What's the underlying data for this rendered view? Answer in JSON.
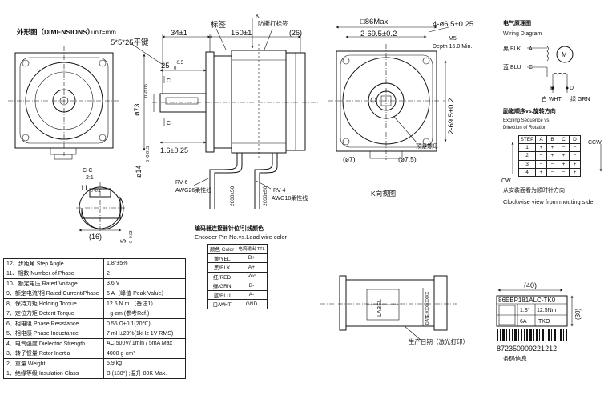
{
  "main_view": {
    "title": "外形图（DIMENSIONS）",
    "unit": "unit=mm",
    "key_label": "5*5*25平键",
    "dim_25": "25",
    "dim_25_tol_hi": "+0.5",
    "dim_25_tol_lo": "0",
    "dim_flange_dia": "ø73",
    "dim_flange_tol": "0 -0.05",
    "dim_shaft_dia": "ø14",
    "dim_shaft_tol": "0 -0.015",
    "dim_1_6": "1.6±0.25",
    "label_biaoqian": "标签",
    "dim_34": "34±1",
    "dim_150": "150±1",
    "label_anti_tear": "防撕打标签",
    "dim_26": "(26)",
    "k_arrow": "K",
    "c_mark_1": "C",
    "c_mark_2": "C",
    "rv6": "RV-6",
    "awg26": "AWG26柔性线",
    "cable_2000_a": "2000±50",
    "cable_2000_b": "2000±50",
    "rv4": "RV-4",
    "awg18": "AWG18柔性线"
  },
  "section_cc": {
    "title": "C-C",
    "scale": "2:1",
    "dim_11": "11",
    "dim_11_tol": "0 -0.1",
    "dim_16": "(16)",
    "dim_5": "5",
    "dim_5_tol": "0 -0.03"
  },
  "k_view": {
    "dim_86max": "□86Max.",
    "dim_2_69_5": "2-69.5±0.2",
    "dim_holes": "4-ø6.5±0.25",
    "m5": "M5",
    "depth": "Depth 15.0 Min.",
    "dim_2_69_5_v": "2-69.5±0.2",
    "reserved_hole": "预紧螺母",
    "dim_7": "(ø7)",
    "dim_7_5": "(ø7.5)",
    "caption": "K向视图"
  },
  "wiring": {
    "title_cn": "电气原理图",
    "title_en": "Wiring Diagram",
    "blk": "黑 BLK",
    "blu": "蓝 BLU",
    "a": "A",
    "c": "C",
    "b": "B",
    "d": "D",
    "m": "M",
    "wht": "白 WHT",
    "grn": "绿 GRN",
    "seq_title_cn": "励磁顺序vs.旋转方向",
    "seq_title_en1": "Exciting Sequence vs.",
    "seq_title_en2": "Direction of Rotation",
    "ccw": "CCW",
    "cw": "CW",
    "view_cn": "从安装面看为顺时针方向",
    "view_en": "Clockwise view from mouting side"
  },
  "seq_table": {
    "header": [
      "STEP",
      "A",
      "B",
      "C",
      "D"
    ],
    "rows": [
      [
        "1",
        "+",
        "+",
        "−",
        "−"
      ],
      [
        "2",
        "−",
        "+",
        "+",
        "−"
      ],
      [
        "3",
        "−",
        "−",
        "+",
        "+"
      ],
      [
        "4",
        "+",
        "−",
        "−",
        "+"
      ]
    ]
  },
  "encoder": {
    "title_cn": "编码器连接器针位/引线颜色",
    "title_en": "Encoder Pin No.vs.Lead wire color",
    "header": [
      "颜色 Color",
      "电流输出 TTL"
    ],
    "rows": [
      [
        "黄/YEL",
        "B+"
      ],
      [
        "黑/BLK",
        "A+"
      ],
      [
        "红/RED",
        "Vcc"
      ],
      [
        "绿/GRN",
        "B-"
      ],
      [
        "蓝/BLU",
        "A-"
      ],
      [
        "白/WHT",
        "GND"
      ]
    ]
  },
  "spec_table": {
    "rows": [
      [
        "12、步距角 Step Angle",
        "1.8°±5%"
      ],
      [
        "11、相数 Number of Phase",
        "2"
      ],
      [
        "10、额定电压 Rated Voltage",
        "3.6 V"
      ],
      [
        "9、额定电流/相 Rated Current/Phase",
        "6 A（峰值 Peak Value）"
      ],
      [
        "8、保持力矩 Holding Torque",
        "12.5 N.m （备注1）"
      ],
      [
        "7、定位力矩 Detent Torque",
        "- g-cm (参考Ref.)"
      ],
      [
        "6、相电阻 Phase Resistance",
        "0.55 Ω±0.1(20℃)"
      ],
      [
        "5、相电感 Phase Inductance",
        "7 mH±20%(1kHz 1V RMS)"
      ],
      [
        "4、电气强度 Dielectric Strength",
        "AC 500V/ 1min / 5mA Max"
      ],
      [
        "3、转子惯量 Rotor Inertia",
        "4000 g-cm²"
      ],
      [
        "2、重量 Weight",
        "5.9 kg"
      ],
      [
        "1、绝缘等级 Insulation Class",
        "B (130°) ;温升 80K Max."
      ]
    ]
  },
  "label_view": {
    "dim_40": "(40)",
    "dim_30": "(30)",
    "label_text": "LABEL",
    "date_text": "DATE:XXXXXXXX",
    "model": "86EBP181ALC-TK0",
    "angle": "1.8°",
    "torque": "12.5Nm",
    "current": "6A",
    "code": "TKO",
    "barcode_num": "872350909221212",
    "barcode_caption": "条码信息",
    "date_note": "生产日期（激光打印）"
  }
}
